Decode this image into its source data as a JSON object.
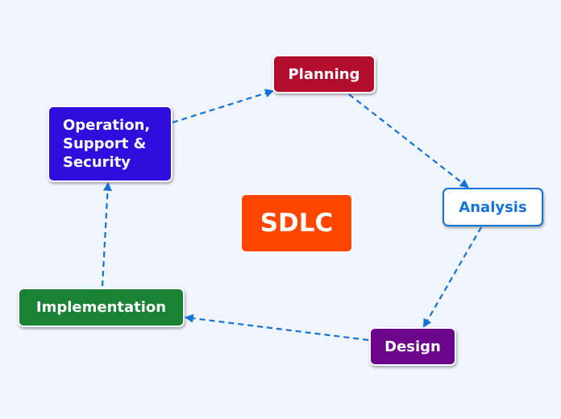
{
  "diagram": {
    "title": "SDLC",
    "type": "cycle mind map",
    "background": "#f1f5fd",
    "edge_color": "#1473d9",
    "edge_style": "dashed arrow",
    "nodes": {
      "center": {
        "label": "SDLC",
        "color": "#ff4500"
      },
      "planning": {
        "label": "Planning",
        "color": "#b30d2d"
      },
      "analysis": {
        "label": "Analysis",
        "color": "#ffffff",
        "text_color": "#1473d9"
      },
      "design": {
        "label": "Design",
        "color": "#6b058a"
      },
      "implementation": {
        "label": "Implementation",
        "color": "#1a8235"
      },
      "operation": {
        "label": "Operation,\nSupport &\nSecurity",
        "color": "#2e0ddd"
      }
    },
    "edges": [
      {
        "from": "Operation, Support & Security",
        "to": "Planning"
      },
      {
        "from": "Planning",
        "to": "Analysis"
      },
      {
        "from": "Analysis",
        "to": "Design"
      },
      {
        "from": "Design",
        "to": "Implementation"
      },
      {
        "from": "Implementation",
        "to": "Operation, Support & Security"
      }
    ]
  }
}
